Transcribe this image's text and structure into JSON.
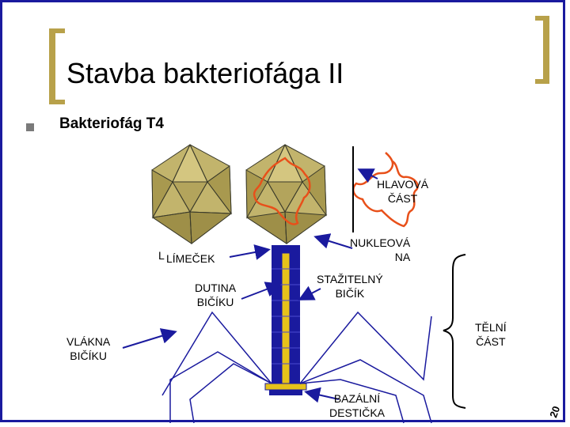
{
  "slide": {
    "title": "Stavba bakteriofága II",
    "bullet": "Bakteriofág T4"
  },
  "labels": {
    "head_line1": "HLAVOVÁ",
    "head_line2": "ČÁST",
    "nucleic_line1": "NUKLEOVÁ",
    "nucleic_line2": "NA",
    "collar_prefix": "L",
    "collar": "LÍMEČEK",
    "core_line1": "DUTINA",
    "core_line2": "BIČÍKU",
    "sheath_line1": "STAŽITELNÝ",
    "sheath_line2": "BIČÍK",
    "body_line1": "TĚLNÍ",
    "body_line2": "ČÁST",
    "fibers_line1": "VLÁKNA",
    "fibers_line2": "BIČÍKU",
    "baseplate_line1": "BAZÁLNÍ",
    "baseplate_line2": "DESTIČKA",
    "page_mark": "20"
  },
  "colors": {
    "frame": "#1a1a9e",
    "bracket": "#b8a14a",
    "capsid": "#c2b46c",
    "dna": "#e8501a",
    "tail": "#1a1a9e",
    "baseplate": "#e6c21a",
    "arrow": "#1a1a9e"
  }
}
